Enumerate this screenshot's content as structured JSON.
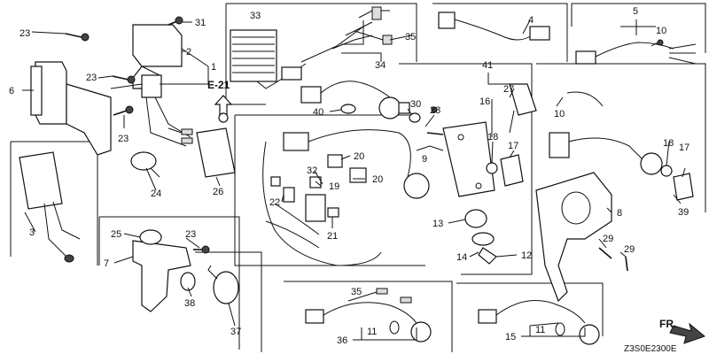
{
  "diagram": {
    "section_ref": "E-21",
    "drawing_code": "Z3S0E2300E",
    "direction_label": "FR.",
    "callouts": {
      "c1": "1",
      "c2": "2",
      "c3": "3",
      "c4": "4",
      "c5": "5",
      "c6": "6",
      "c7": "7",
      "c8": "8",
      "c9": "9",
      "c10a": "10",
      "c10b": "10",
      "c11a": "11",
      "c11b": "11",
      "c12": "12",
      "c13": "13",
      "c14": "14",
      "c15": "15",
      "c16": "16",
      "c17a": "17",
      "c17b": "17",
      "c18a": "18",
      "c18b": "18",
      "c19": "19",
      "c20a": "20",
      "c20b": "20",
      "c21": "21",
      "c22": "22",
      "c23a": "23",
      "c23b": "23",
      "c23c": "23",
      "c23d": "23",
      "c24": "24",
      "c25": "25",
      "c26": "26",
      "c27": "27",
      "c28": "28",
      "c29a": "29",
      "c29b": "29",
      "c30": "30",
      "c31": "31",
      "c32": "32",
      "c33": "33",
      "c34": "34",
      "c35a": "35",
      "c35b": "35",
      "c36": "36",
      "c37": "37",
      "c38": "38",
      "c39": "39",
      "c40": "40",
      "c41": "41"
    }
  }
}
